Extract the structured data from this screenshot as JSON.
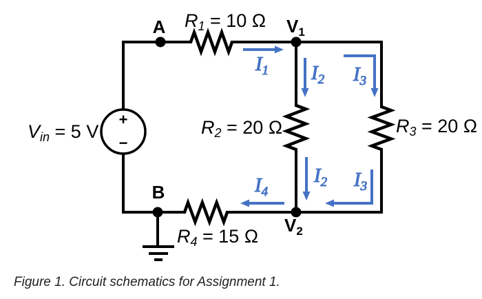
{
  "colors": {
    "wire": "#000000",
    "current": "#4472C4",
    "label": "#000000",
    "caption": "#212121",
    "background": "#ffffff"
  },
  "source": {
    "base": "V",
    "sub": "in",
    "rest": " = 5 V",
    "plus": "+",
    "minus": "−"
  },
  "resistors": {
    "r1": {
      "base": "R",
      "sub": "1",
      "rest": " = 10 Ω"
    },
    "r2": {
      "base": "R",
      "sub": "2",
      "rest": " = 20 Ω"
    },
    "r3": {
      "base": "R",
      "sub": "3",
      "rest": " = 20 Ω"
    },
    "r4": {
      "base": "R",
      "sub": "4",
      "rest": " = 15 Ω"
    }
  },
  "nodes": {
    "a": "A",
    "b": "B",
    "v1": {
      "base": "V",
      "sub": "1"
    },
    "v2": {
      "base": "V",
      "sub": "2"
    }
  },
  "currents": {
    "i1": {
      "base": "I",
      "sub": "1"
    },
    "i2": {
      "base": "I",
      "sub": "2"
    },
    "i3": {
      "base": "I",
      "sub": "3"
    },
    "i4": {
      "base": "I",
      "sub": "4"
    }
  },
  "caption": "Figure 1. Circuit schematics for Assignment 1."
}
